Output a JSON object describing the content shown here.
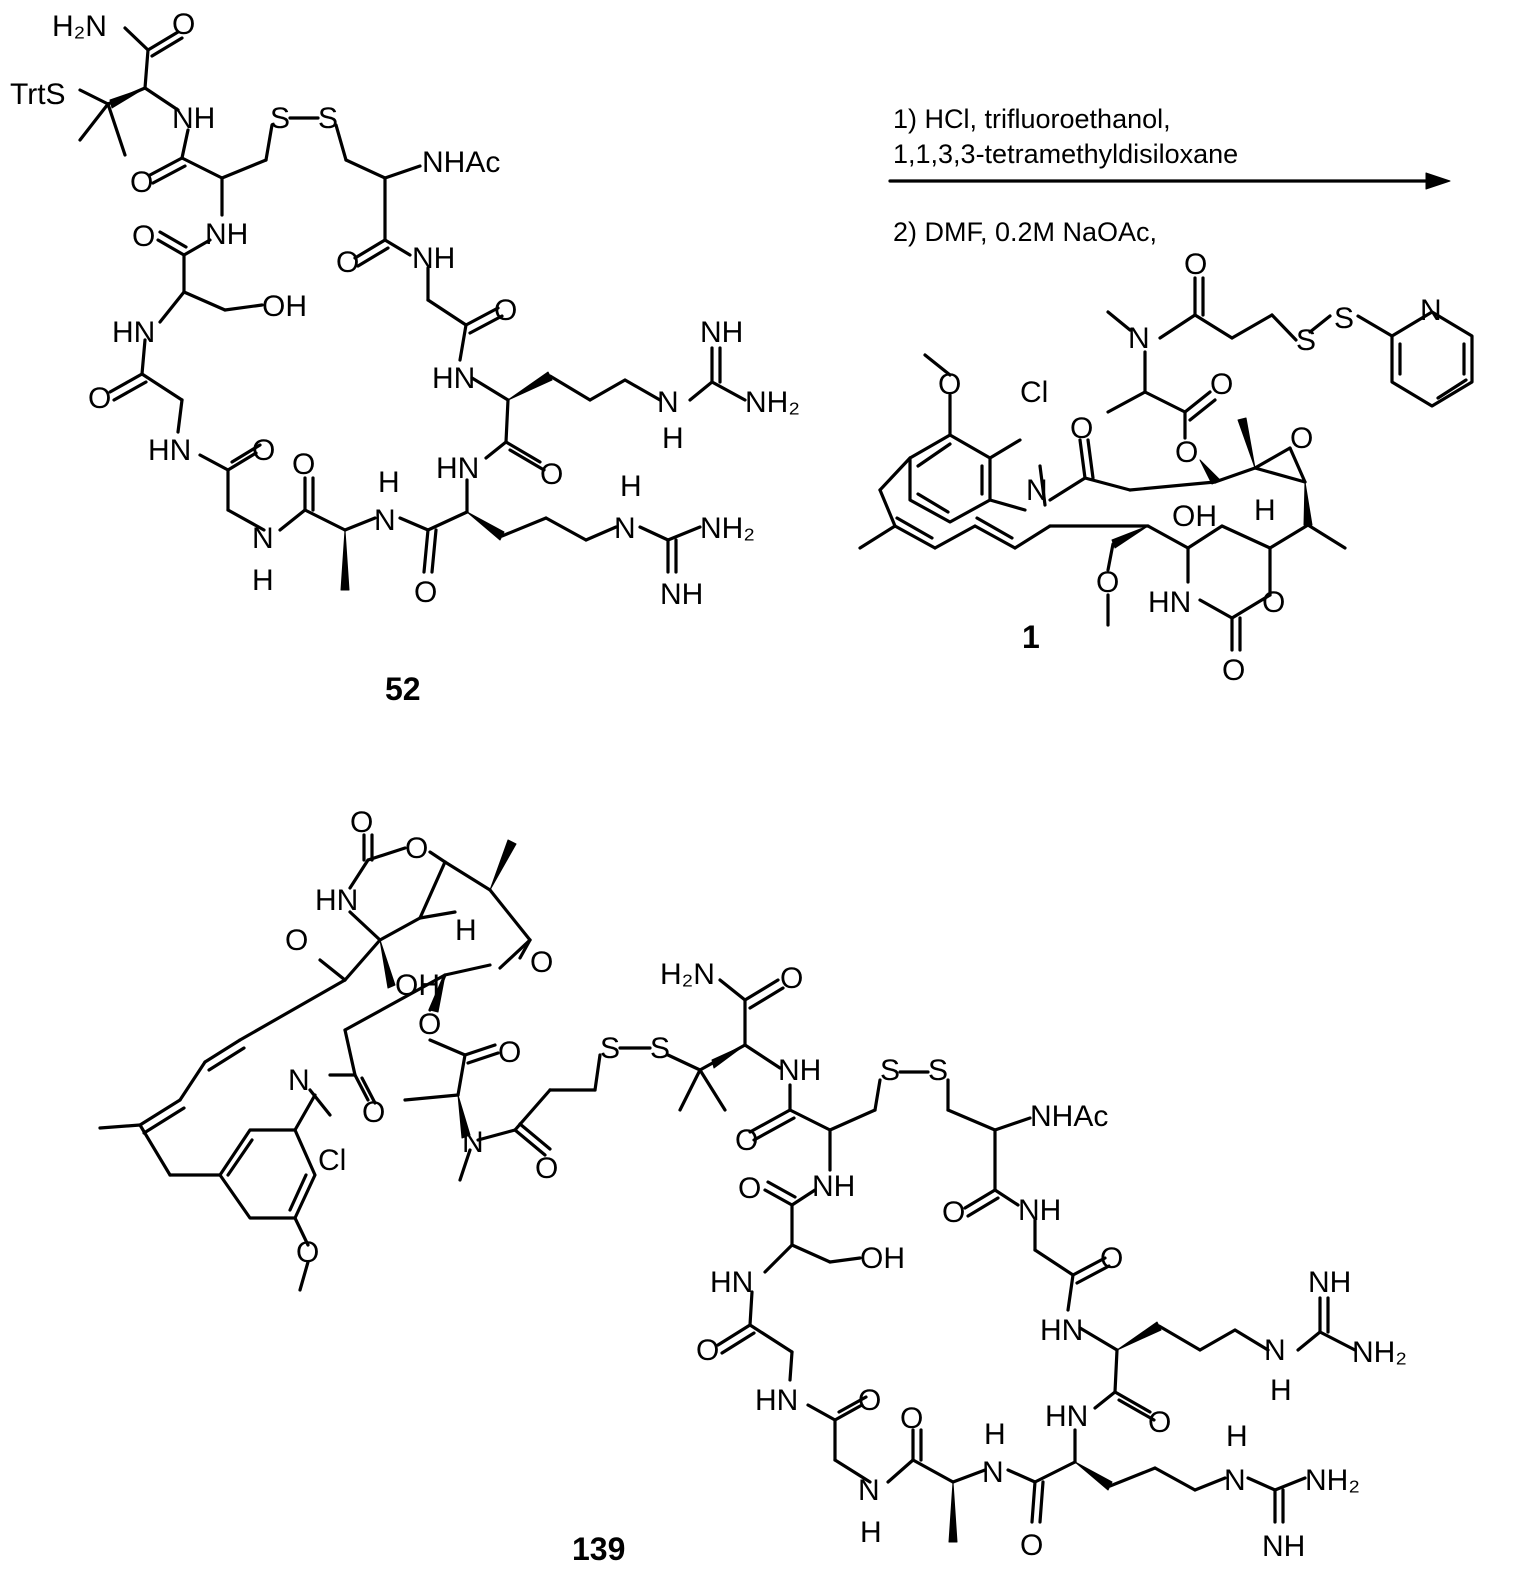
{
  "reaction": {
    "conditions": {
      "step1_line1": "1) HCl, trifluoroethanol,",
      "step1_line2": "1,1,3,3-tetramethyldisiloxane",
      "step2_line1": "2) DMF, 0.2M NaOAc,"
    },
    "compounds": {
      "reactant_peptide": {
        "id": "52"
      },
      "reagent_maytansinoid": {
        "id": "1"
      },
      "product_conjugate": {
        "id": "139"
      }
    }
  },
  "atom_labels": {
    "H2N": "H₂N",
    "TrtS": "TrtS",
    "NH": "NH",
    "HN": "HN",
    "N": "N",
    "H": "H",
    "O": "O",
    "S": "S",
    "OH": "OH",
    "NHAc": "NHAc",
    "NH2": "NH₂",
    "Cl": "Cl"
  }
}
